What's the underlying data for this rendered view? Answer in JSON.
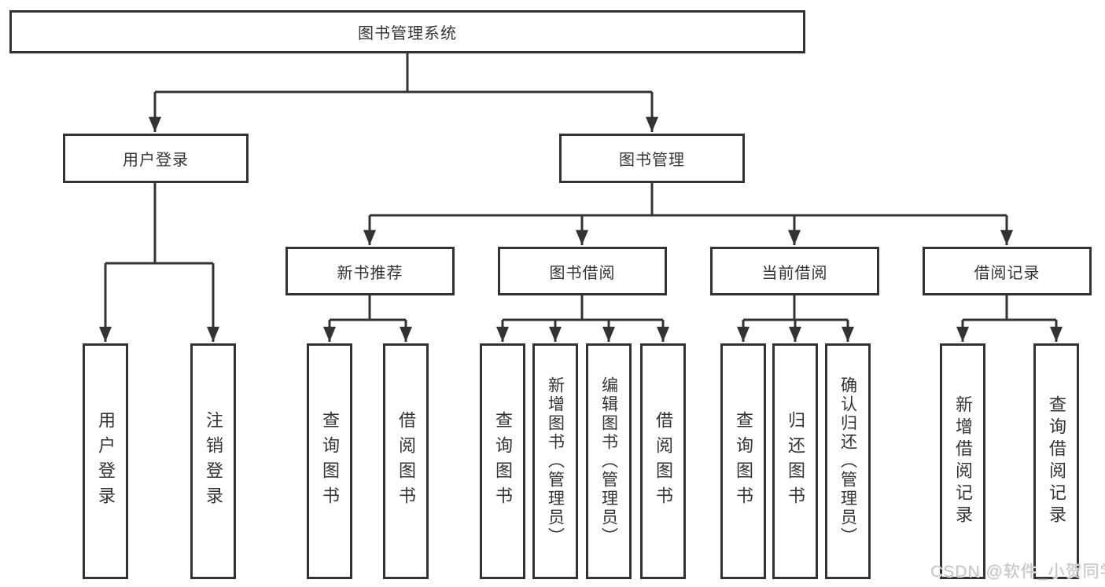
{
  "diagram": {
    "tree": {
      "label": "图书管理系统",
      "children": [
        {
          "label": "用户登录",
          "children": [
            {
              "label": "用户登录"
            },
            {
              "label": "注销登录"
            }
          ]
        },
        {
          "label": "图书管理",
          "children": [
            {
              "label": "新书推荐",
              "children": [
                {
                  "label": "查询图书"
                },
                {
                  "label": "借阅图书"
                }
              ]
            },
            {
              "label": "图书借阅",
              "children": [
                {
                  "label": "查询图书"
                },
                {
                  "label": "新增图书（管理员）"
                },
                {
                  "label": "编辑图书（管理员）"
                },
                {
                  "label": "借阅图书"
                }
              ]
            },
            {
              "label": "当前借阅",
              "children": [
                {
                  "label": "查询图书"
                },
                {
                  "label": "归还图书"
                },
                {
                  "label": "确认归还（管理员）"
                }
              ]
            },
            {
              "label": "借阅记录",
              "children": [
                {
                  "label": "新增借阅记录"
                },
                {
                  "label": "查询借阅记录"
                }
              ]
            }
          ]
        }
      ]
    },
    "colors": {
      "line": "#333333",
      "text": "#333333",
      "background": "#ffffff"
    }
  },
  "watermark": {
    "text": "CSDN @软件_小贺同学",
    "color": "#c8c8c8"
  }
}
